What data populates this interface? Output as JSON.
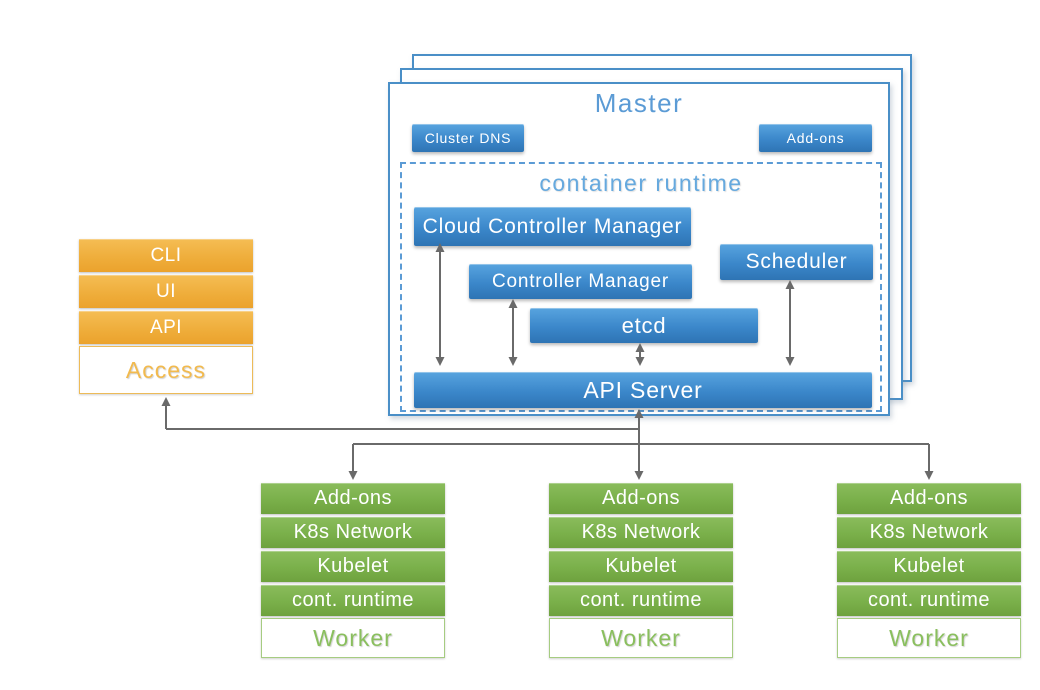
{
  "colors": {
    "blue": "#3b87ca",
    "blue_text": "#5b9bd5",
    "orange": "#efae3c",
    "green": "#7ab04a",
    "arrow_gray": "#6a6a6a"
  },
  "master": {
    "title": "Master",
    "cluster_dns_label": "Cluster DNS",
    "addons_label": "Add-ons",
    "runtime": {
      "title": "container runtime",
      "cloud_controller_manager": "Cloud Controller Manager",
      "controller_manager": "Controller Manager",
      "scheduler": "Scheduler",
      "etcd": "etcd",
      "api_server": "API Server"
    }
  },
  "access": {
    "rows": [
      "CLI",
      "UI",
      "API"
    ],
    "label": "Access"
  },
  "workers": [
    {
      "rows": [
        "Add-ons",
        "K8s Network",
        "Kubelet",
        "cont. runtime"
      ],
      "label": "Worker"
    },
    {
      "rows": [
        "Add-ons",
        "K8s Network",
        "Kubelet",
        "cont. runtime"
      ],
      "label": "Worker"
    },
    {
      "rows": [
        "Add-ons",
        "K8s Network",
        "Kubelet",
        "cont. runtime"
      ],
      "label": "Worker"
    }
  ]
}
